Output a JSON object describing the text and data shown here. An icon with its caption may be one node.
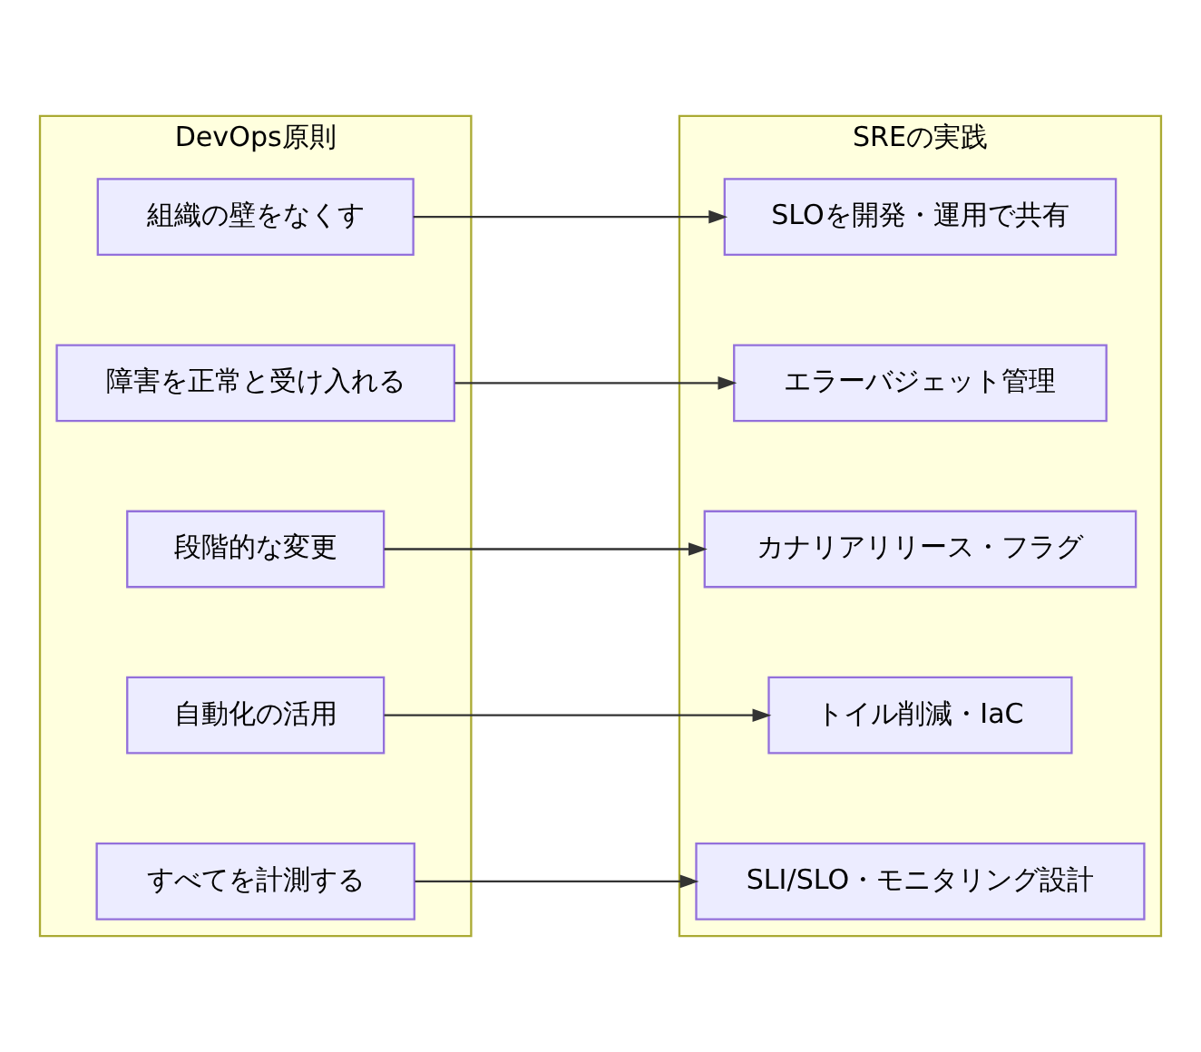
{
  "diagram": {
    "nodes": [
      {
        "text": [
          "DevOps原則"
        ]
      },
      {
        "text": [
          "組織の壁をなくす"
        ],
        "in": 0
      },
      {
        "text": [
          "障害を正常と受け入れる"
        ],
        "in": 0
      },
      {
        "text": [
          "段階的な変更"
        ],
        "in": 0
      },
      {
        "text": [
          "自動化の活用"
        ],
        "in": 0
      },
      {
        "text": [
          "すべてを計測する"
        ],
        "in": 0
      },
      {
        "text": [
          "SREの実践"
        ]
      },
      {
        "text": [
          "SLOを開発・運用で共有"
        ],
        "in": 6
      },
      {
        "text": [
          "エラーバジェット管理"
        ],
        "in": 6
      },
      {
        "text": [
          "カナリアリリース・フラグ"
        ],
        "in": 6
      },
      {
        "text": [
          "トイル削減・IaC"
        ],
        "in": 6
      },
      {
        "text": [
          "SLI/SLO・モニタリング設計"
        ],
        "in": 6
      }
    ],
    "edges": [
      {
        "from": 1,
        "to": 7,
        "arrow": "to"
      },
      {
        "from": 2,
        "to": 8,
        "arrow": "to"
      },
      {
        "from": 3,
        "to": 9,
        "arrow": "to"
      },
      {
        "from": 4,
        "to": 10,
        "arrow": "to"
      },
      {
        "from": 5,
        "to": 11,
        "arrow": "to"
      }
    ]
  }
}
